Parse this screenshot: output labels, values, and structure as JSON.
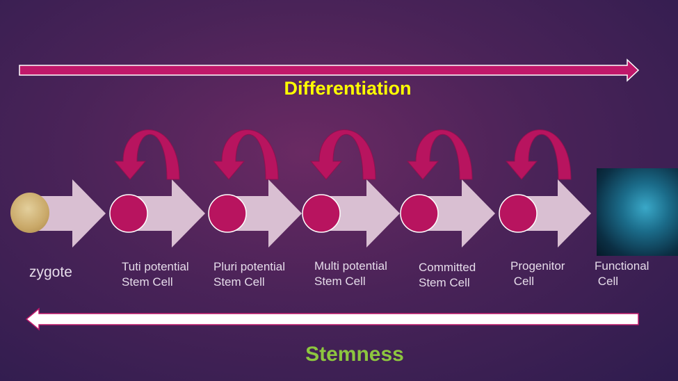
{
  "titles": {
    "differentiation": "Differentiation",
    "stemness": "Stemness"
  },
  "stages": [
    {
      "label": "zygote"
    },
    {
      "label": "Tuti potential\nStem Cell"
    },
    {
      "label": "Pluri potential\nStem Cell"
    },
    {
      "label": "Multi potential\nStem Cell"
    },
    {
      "label": "Committed\nStem Cell"
    },
    {
      "label": "Progenitor\n Cell"
    },
    {
      "label": "Functional\n Cell"
    }
  ],
  "colors": {
    "magenta": "#b8145f",
    "arrow_light": "#d9bfd2",
    "differentiation_text": "#ffff00",
    "stemness_text": "#8dc63f"
  }
}
